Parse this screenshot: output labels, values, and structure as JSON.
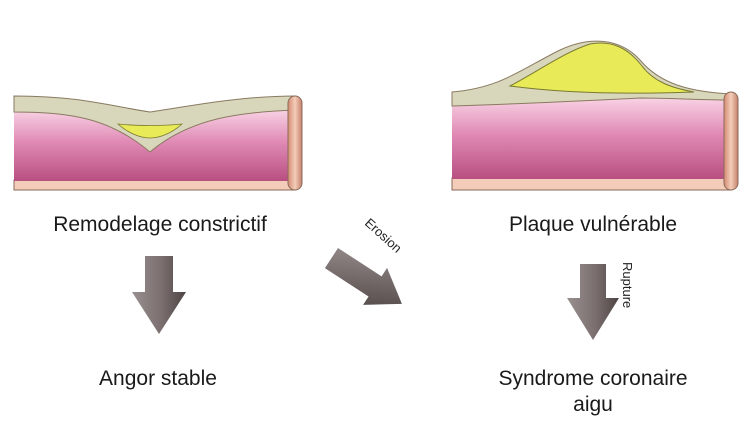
{
  "labels": {
    "left_stage": "Remodelage constrictif",
    "left_outcome": "Angor stable",
    "right_stage": "Plaque vulnérable",
    "right_outcome_line1": "Syndrome coronaire",
    "right_outcome_line2": "aigu",
    "diagonal_arrow": "Erosion",
    "vertical_arrow": "Rupture"
  },
  "colors": {
    "lumen_light": "#f6c6dc",
    "lumen_dark": "#c2598a",
    "wall_outer": "#f3cdb9",
    "wall_edge": "#8a6a5a",
    "plaque_fibrous": "#d8d7bc",
    "lipid_core": "#e8ea58",
    "arrow_light": "#9a9090",
    "arrow_dark": "#5a4e4e"
  }
}
